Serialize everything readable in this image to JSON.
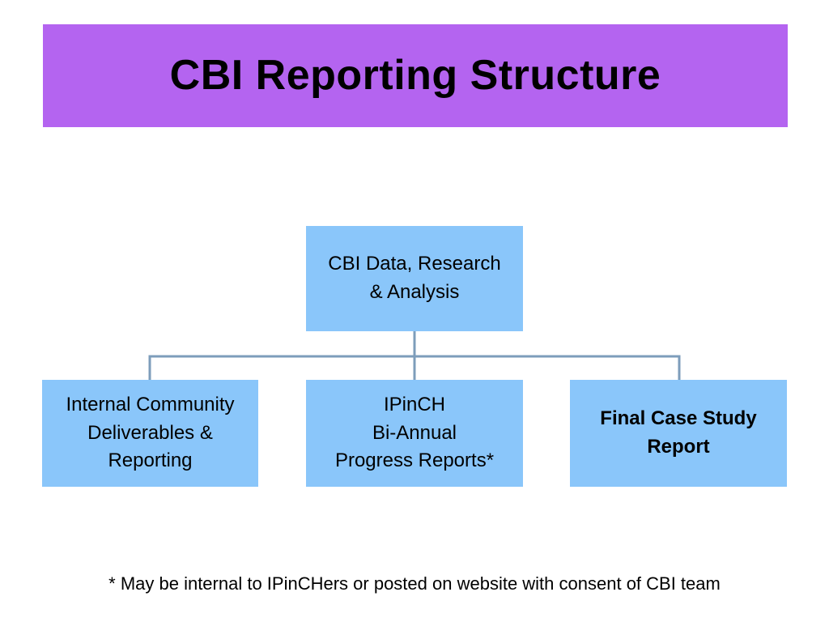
{
  "slide": {
    "title": "CBI Reporting Structure",
    "title_background_color": "#b464f0",
    "node_color": "#8ac6fa",
    "connector_color": "#7d9dbb",
    "footnote": "* May be internal to IPinCHers or posted on website with consent of CBI team"
  },
  "diagram": {
    "type": "org-chart",
    "root": {
      "label": "CBI Data, Research\n& Analysis",
      "line1": "CBI Data, Research",
      "line2": "& Analysis"
    },
    "children": [
      {
        "id": "internal-community-deliverables",
        "line1": "Internal Community",
        "line2": "Deliverables &",
        "line3": "Reporting",
        "bold": false
      },
      {
        "id": "ipinch-bi-annual-progress-reports",
        "line1": "IPinCH",
        "line2": "Bi-Annual",
        "line3": "Progress Reports*",
        "bold": false
      },
      {
        "id": "final-case-study-report",
        "line1": "Final Case Study",
        "line2": "Report",
        "line3": "",
        "bold": true
      }
    ]
  }
}
